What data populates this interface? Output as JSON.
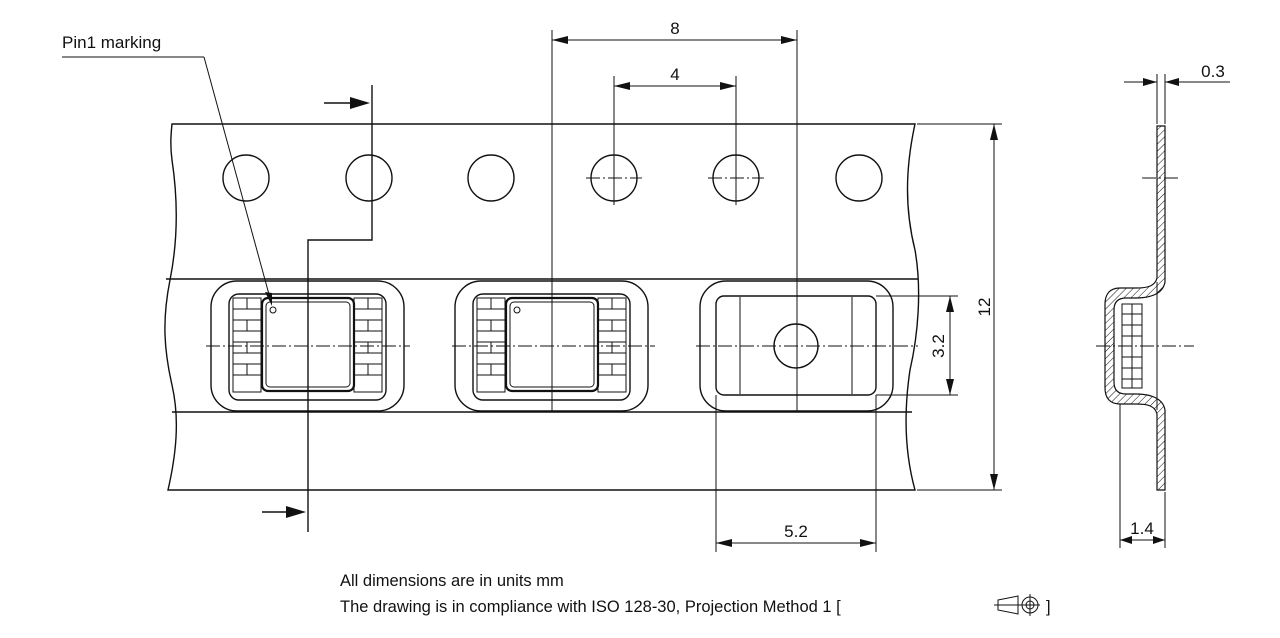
{
  "labels": {
    "pin1": "Pin1 marking",
    "dim_pitch": "8",
    "dim_hole_pitch": "4",
    "dim_tape_width": "12",
    "dim_thickness": "0.3",
    "dim_pocket_height": "3.2",
    "dim_pocket_width": "5.2",
    "dim_depth": "1.4"
  },
  "notes": {
    "line1": "All dimensions are in units mm",
    "line2_text": "The drawing is in compliance with ISO 128-30, Projection Method 1 [",
    "line2_end": "]"
  }
}
